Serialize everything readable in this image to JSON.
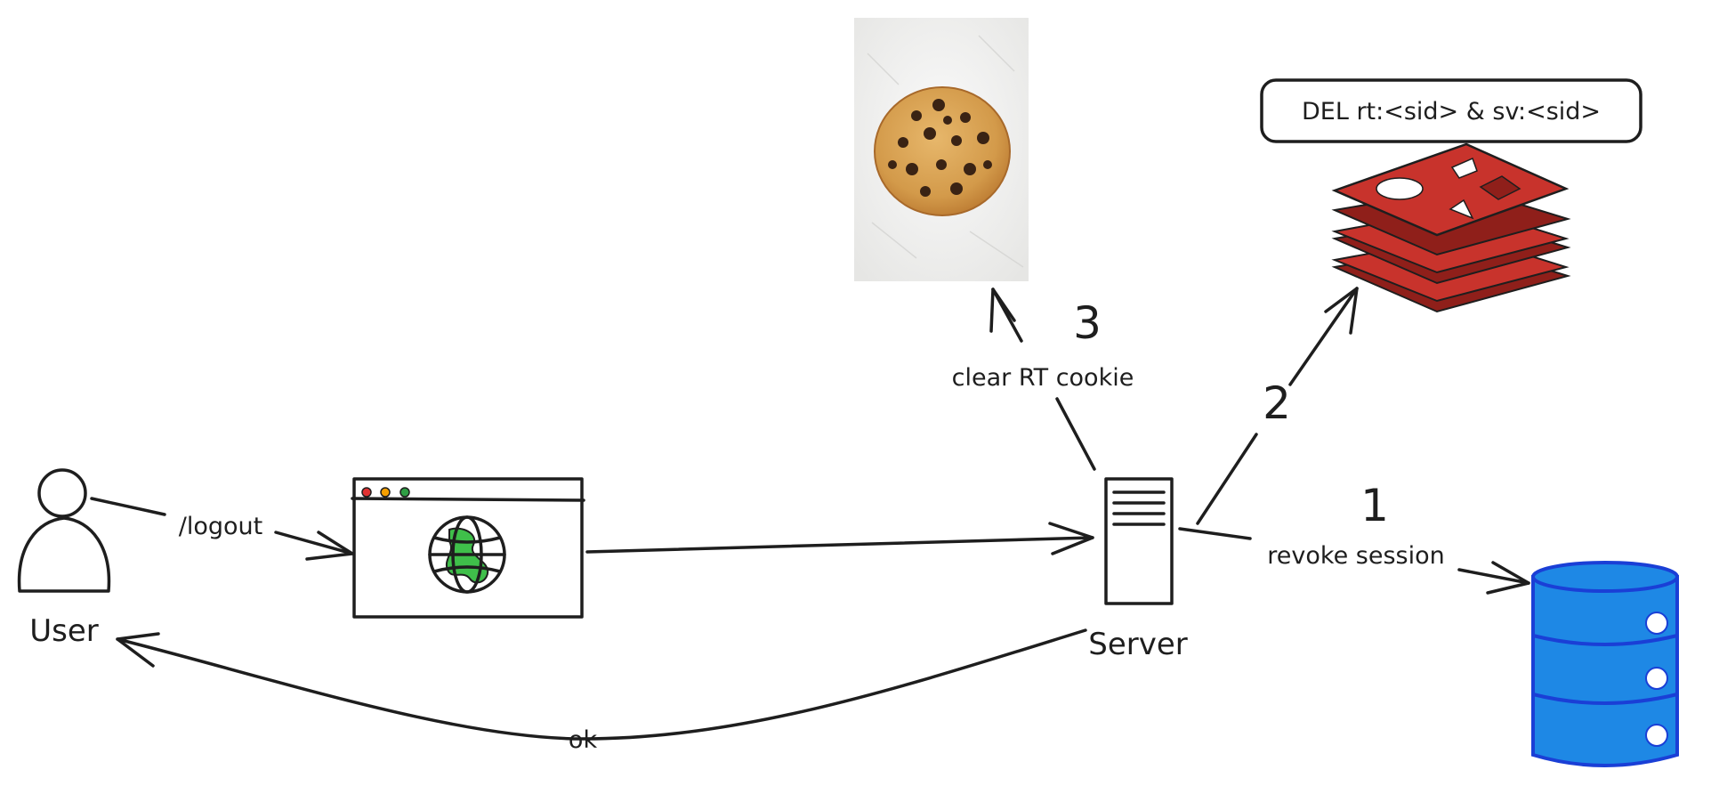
{
  "labels": {
    "user": "User",
    "server": "Server",
    "logout_request": "/logout",
    "ok_response": "ok",
    "step1_number": "1",
    "step1_label": "revoke session",
    "step2_number": "2",
    "step3_number": "3",
    "step3_label": "clear RT cookie",
    "redis_command": "DEL rt:<sid> & sv:<sid>"
  },
  "icons": {
    "user": "person-icon",
    "browser": "browser-window-icon",
    "globe": "globe-icon",
    "server": "server-tower-icon",
    "database": "database-icon",
    "cache": "redis-icon",
    "cookie": "cookie-icon"
  },
  "colors": {
    "ink": "#1e1e1e",
    "globe_blue": "#1e90e8",
    "globe_green": "#3fbf4a",
    "database_blue": "#1e88e5",
    "database_outline": "#1a3fd6",
    "redis_red": "#c8332c",
    "redis_dark": "#8f1f1a",
    "traffic_red": "#e03131",
    "traffic_yellow": "#f59f00",
    "traffic_green": "#2f9e44",
    "cookie_paper": "#f1f1f0"
  }
}
